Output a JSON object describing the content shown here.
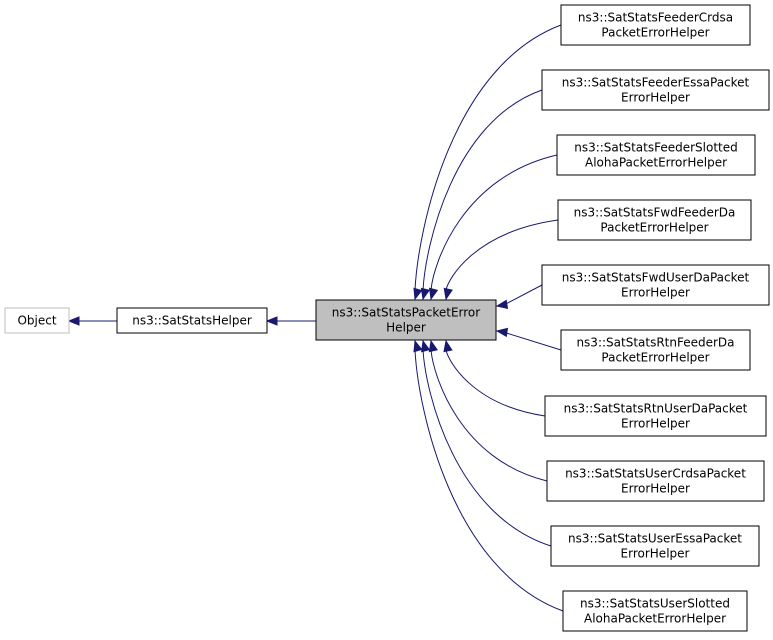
{
  "diagram": {
    "colors": {
      "edge": "#191970",
      "focus_fill": "#bfbfbf",
      "node_border": "#000000",
      "external_border": "#bfbfbf"
    },
    "object": {
      "label": "Object"
    },
    "helper": {
      "label": "ns3::SatStatsHelper"
    },
    "focus": {
      "line1": "ns3::SatStatsPacketError",
      "line2": "Helper"
    },
    "children": [
      {
        "line1": "ns3::SatStatsFeederCrdsa",
        "line2": "PacketErrorHelper"
      },
      {
        "line1": "ns3::SatStatsFeederEssaPacket",
        "line2": "ErrorHelper"
      },
      {
        "line1": "ns3::SatStatsFeederSlotted",
        "line2": "AlohaPacketErrorHelper"
      },
      {
        "line1": "ns3::SatStatsFwdFeederDa",
        "line2": "PacketErrorHelper"
      },
      {
        "line1": "ns3::SatStatsFwdUserDaPacket",
        "line2": "ErrorHelper"
      },
      {
        "line1": "ns3::SatStatsRtnFeederDa",
        "line2": "PacketErrorHelper"
      },
      {
        "line1": "ns3::SatStatsRtnUserDaPacket",
        "line2": "ErrorHelper"
      },
      {
        "line1": "ns3::SatStatsUserCrdsaPacket",
        "line2": "ErrorHelper"
      },
      {
        "line1": "ns3::SatStatsUserEssaPacket",
        "line2": "ErrorHelper"
      },
      {
        "line1": "ns3::SatStatsUserSlotted",
        "line2": "AlohaPacketErrorHelper"
      }
    ]
  }
}
